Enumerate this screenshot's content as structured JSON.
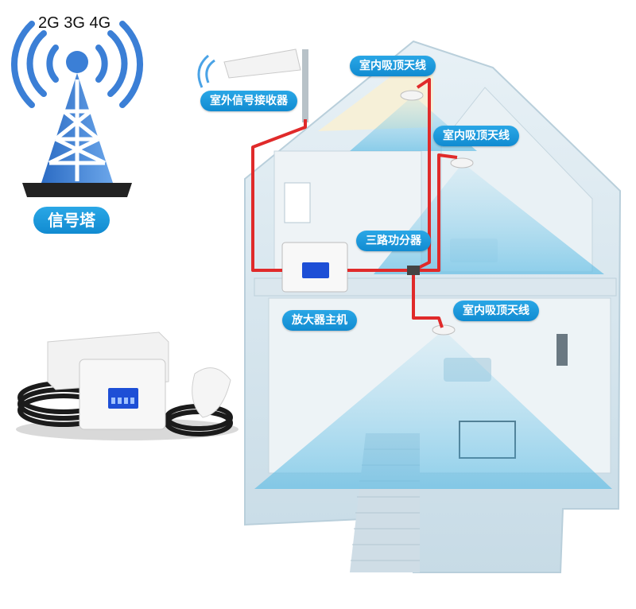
{
  "tower": {
    "bands_label": "2G 3G 4G",
    "caption": "信号塔"
  },
  "labels": {
    "outdoor_receiver": "室外信号接收器",
    "indoor_antenna_top": "室内吸顶天线",
    "indoor_antenna_right": "室内吸顶天线",
    "indoor_antenna_lower": "室内吸顶天线",
    "three_way_splitter": "三路功分器",
    "amplifier_host": "放大器主机"
  },
  "colors": {
    "accent": "#1a9ad9",
    "cable": "#e02a2a",
    "tower": "#3b7fd6",
    "house_wall": "#cfe0ea",
    "signal_cone": "#8fd2ee"
  }
}
